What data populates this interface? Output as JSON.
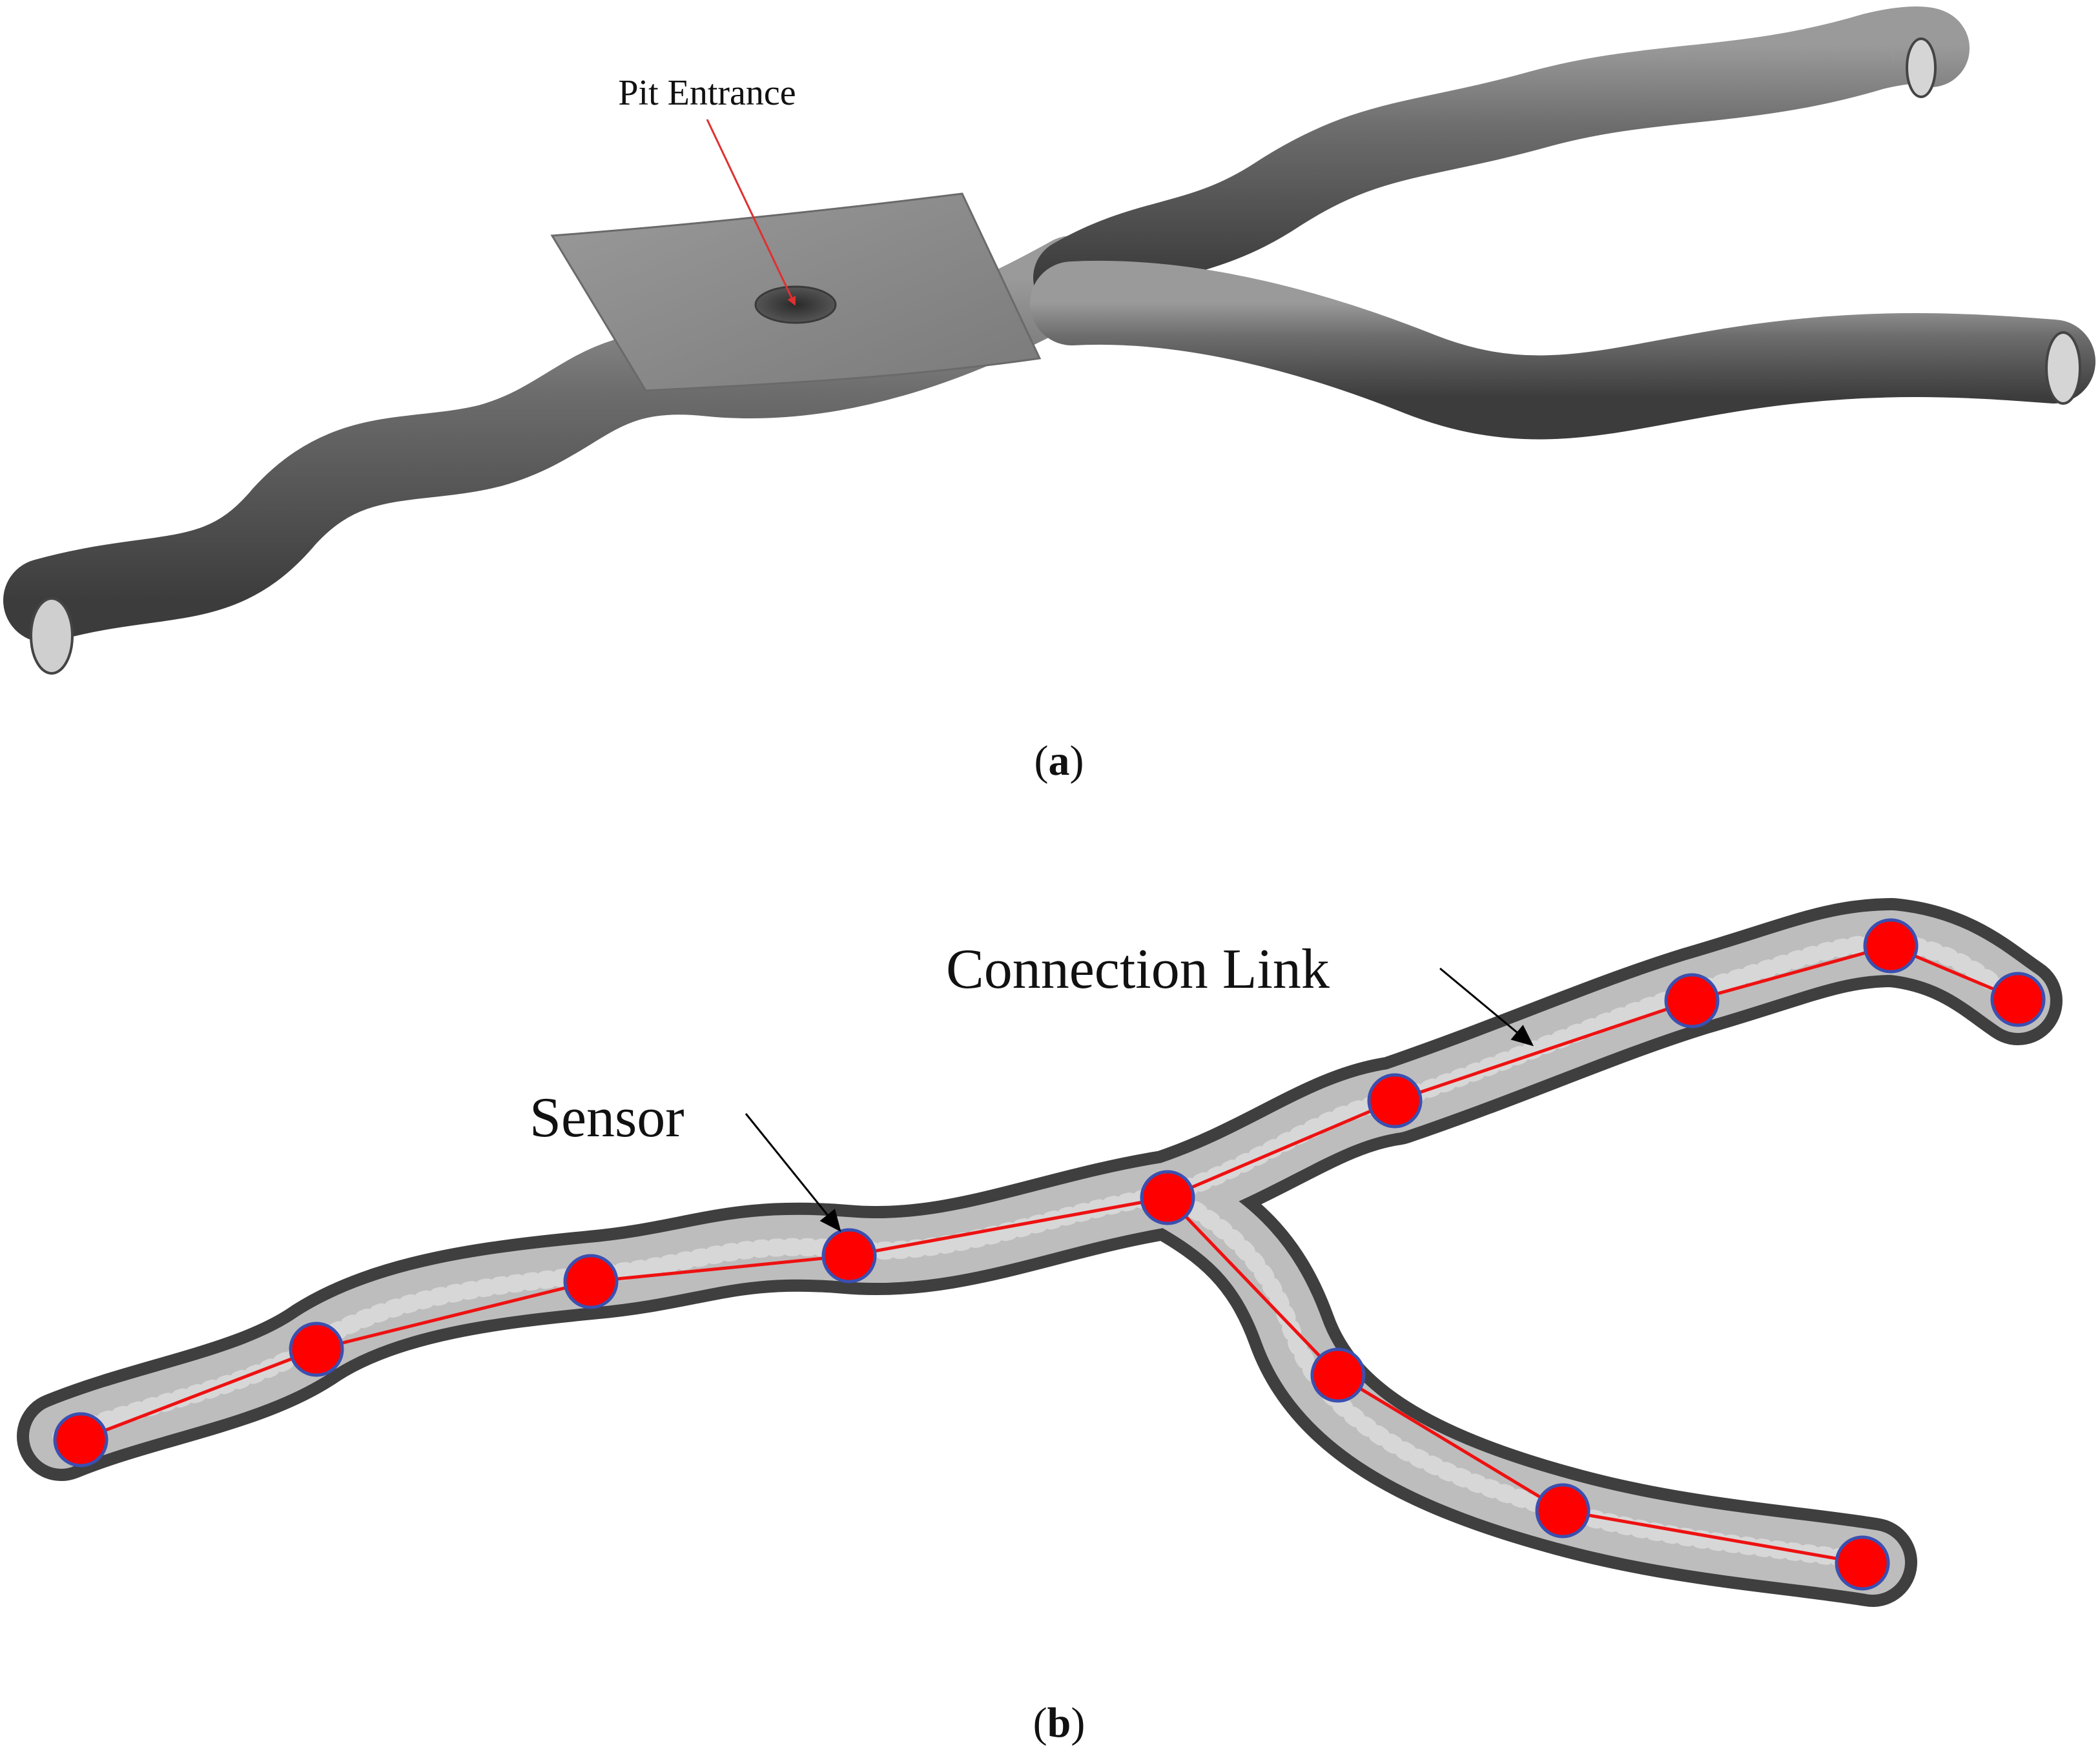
{
  "panel_a": {
    "annotation": "Pit Entrance",
    "caption_open": "(",
    "caption_letter": "a",
    "caption_close": ")"
  },
  "panel_b": {
    "sensor_label": "Sensor",
    "link_label": "Connection Link",
    "caption_open": "(",
    "caption_letter": "b",
    "caption_close": ")"
  },
  "colors": {
    "tunnel_dark": "#3a3a3a",
    "tunnel_mid": "#6e6e6e",
    "tunnel_light": "#b9b9b9",
    "plate": "#8c8c8c",
    "sensor_fill": "#ff0000",
    "sensor_stroke": "#3a4fb0",
    "link": "#ee1111",
    "arrow_a": "#e03030",
    "arrow_b": "#000000"
  }
}
